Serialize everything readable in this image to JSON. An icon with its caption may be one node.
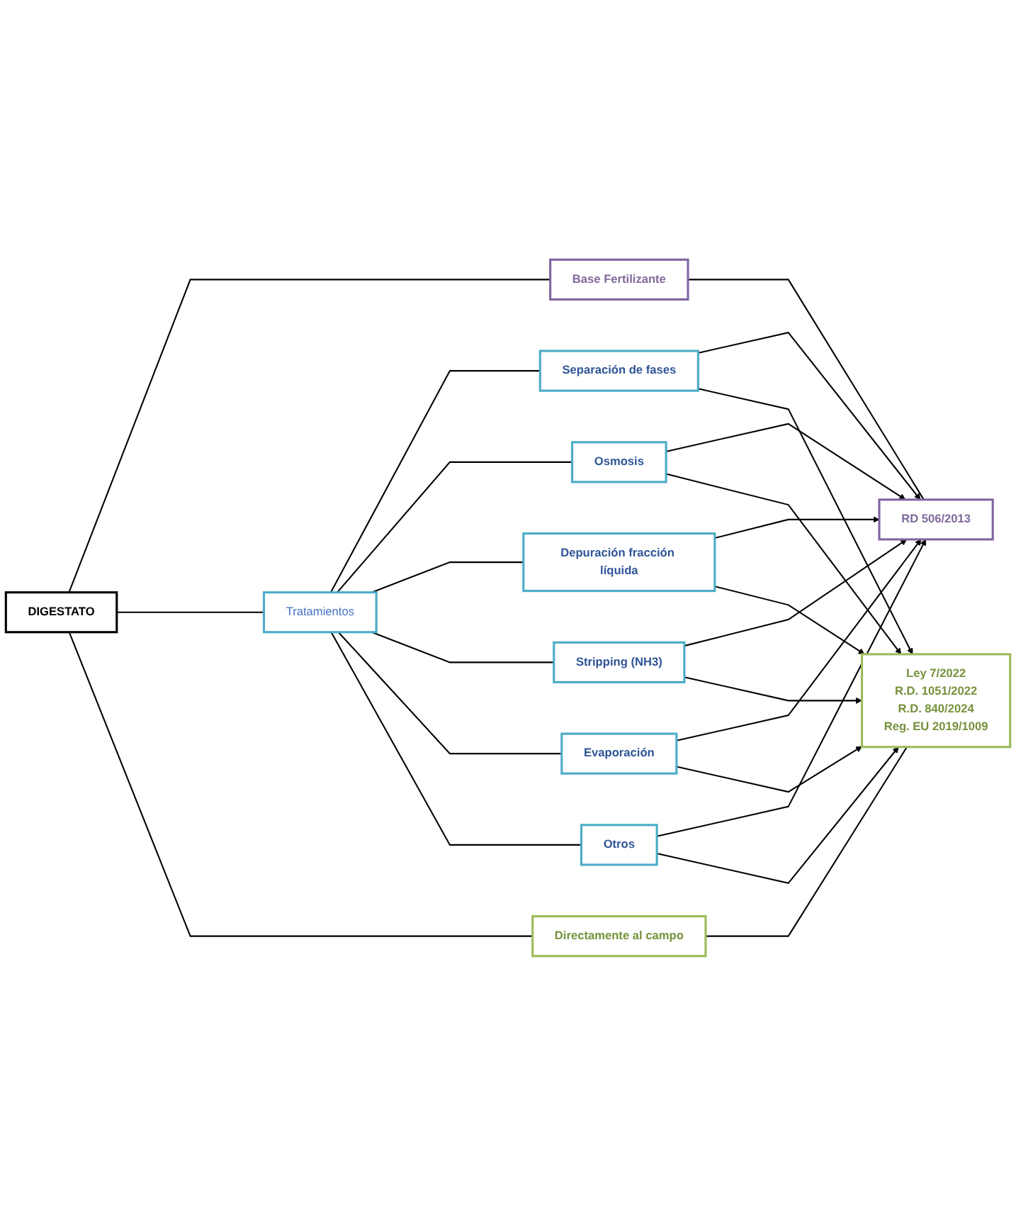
{
  "diagram": {
    "nodes": [
      {
        "text": [
          "DIGESTATO"
        ]
      },
      {
        "text": [
          "Base Fertilizante"
        ]
      },
      {
        "text": [
          "RD 506/2013"
        ]
      },
      {
        "text": [
          "Tratamientos"
        ]
      },
      {
        "text": [
          "Separación de fases"
        ]
      },
      {
        "text": [
          "Osmosis"
        ]
      },
      {
        "text": [
          "Depuración fracción líquida"
        ]
      },
      {
        "text": [
          "Stripping (NH3)"
        ]
      },
      {
        "text": [
          "Evaporación"
        ]
      },
      {
        "text": [
          "Otros"
        ]
      },
      {
        "text": [
          "Directamente al campo"
        ]
      },
      {
        "text": [
          "Ley 7/2022",
          "R.D. 1051/2022",
          "R.D. 840/2024",
          "Reg. EU 2019/1009"
        ]
      }
    ],
    "edges": [
      {
        "from": 0,
        "to": 1,
        "arrow": "none"
      },
      {
        "from": 0,
        "to": 3,
        "arrow": "none"
      },
      {
        "from": 0,
        "to": 10,
        "arrow": "none"
      },
      {
        "from": 1,
        "to": 2,
        "arrow": "none"
      },
      {
        "from": 3,
        "to": 4,
        "arrow": "none"
      },
      {
        "from": 3,
        "to": 5,
        "arrow": "none"
      },
      {
        "from": 3,
        "to": 6,
        "arrow": "none"
      },
      {
        "from": 3,
        "to": 7,
        "arrow": "none"
      },
      {
        "from": 3,
        "to": 8,
        "arrow": "none"
      },
      {
        "from": 3,
        "to": 9,
        "arrow": "none"
      },
      {
        "from": 10,
        "to": 11,
        "arrow": "none"
      },
      {
        "from": 4,
        "to": 2,
        "arrow": "to"
      },
      {
        "from": 5,
        "to": 2,
        "arrow": "to"
      },
      {
        "from": 6,
        "to": 2,
        "arrow": "to"
      },
      {
        "from": 7,
        "to": 2,
        "arrow": "to"
      },
      {
        "from": 8,
        "to": 2,
        "arrow": "to"
      },
      {
        "from": 9,
        "to": 2,
        "arrow": "to"
      },
      {
        "from": 4,
        "to": 11,
        "arrow": "to"
      },
      {
        "from": 5,
        "to": 11,
        "arrow": "to"
      },
      {
        "from": 6,
        "to": 11,
        "arrow": "to"
      },
      {
        "from": 7,
        "to": 11,
        "arrow": "to"
      },
      {
        "from": 8,
        "to": 11,
        "arrow": "to"
      },
      {
        "from": 9,
        "to": 11,
        "arrow": "to"
      }
    ]
  }
}
